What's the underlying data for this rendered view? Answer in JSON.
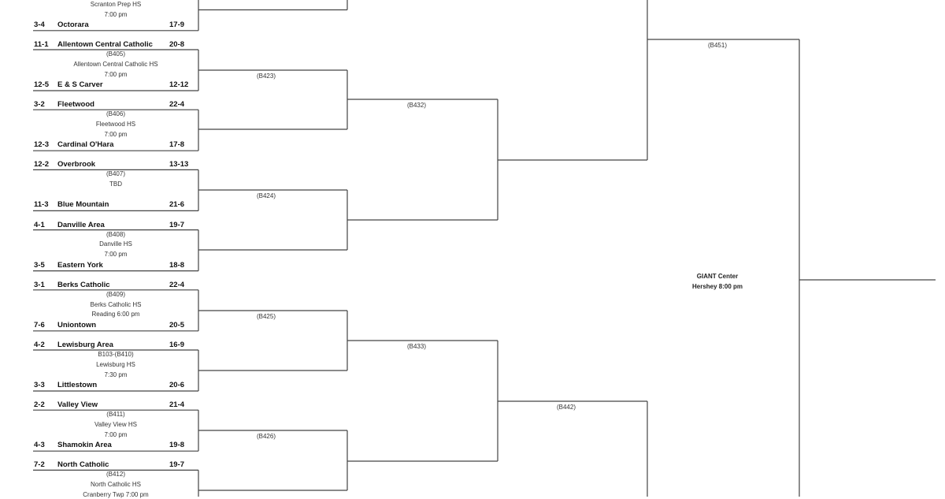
{
  "matches": [
    {
      "id": "",
      "info": [
        "Scranton Prep HS",
        "7:00 pm"
      ],
      "team1": null,
      "team2": {
        "seed": "3-4",
        "name": "Octorara",
        "record": "17-9"
      }
    },
    {
      "id": "B405",
      "info": [
        "(B405)",
        "Allentown Central Catholic HS",
        "7:00 pm"
      ],
      "team1": {
        "seed": "11-1",
        "name": "Allentown Central Catholic",
        "record": "20-8"
      },
      "team2": {
        "seed": "12-5",
        "name": "E & S Carver",
        "record": "12-12"
      }
    },
    {
      "id": "B406",
      "info": [
        "(B406)",
        "Fleetwood HS",
        "7:00 pm"
      ],
      "team1": {
        "seed": "3-2",
        "name": "Fleetwood",
        "record": "22-4"
      },
      "team2": {
        "seed": "12-3",
        "name": "Cardinal O'Hara",
        "record": "17-8"
      }
    },
    {
      "id": "B407",
      "info": [
        "(B407)",
        "TBD"
      ],
      "team1": {
        "seed": "12-2",
        "name": "Overbrook",
        "record": "13-13"
      },
      "team2": {
        "seed": "11-3",
        "name": "Blue Mountain",
        "record": "21-6"
      }
    },
    {
      "id": "B408",
      "info": [
        "(B408)",
        "Danville HS",
        "7:00 pm"
      ],
      "team1": {
        "seed": "4-1",
        "name": "Danville Area",
        "record": "19-7"
      },
      "team2": {
        "seed": "3-5",
        "name": "Eastern York",
        "record": "18-8"
      }
    },
    {
      "id": "B409",
      "info": [
        "(B409)",
        "Berks Catholic HS",
        "Reading 6:00 pm"
      ],
      "team1": {
        "seed": "3-1",
        "name": "Berks Catholic",
        "record": "22-4"
      },
      "team2": {
        "seed": "7-6",
        "name": "Uniontown",
        "record": "20-5"
      }
    },
    {
      "id": "B410",
      "info": [
        "B103-(B410)",
        "Lewisburg HS",
        "7:30 pm"
      ],
      "team1": {
        "seed": "4-2",
        "name": "Lewisburg Area",
        "record": "16-9"
      },
      "team2": {
        "seed": "3-3",
        "name": "Littlestown",
        "record": "20-6"
      }
    },
    {
      "id": "B411",
      "info": [
        "(B411)",
        "Valley View HS",
        "7:00 pm"
      ],
      "team1": {
        "seed": "2-2",
        "name": "Valley View",
        "record": "21-4"
      },
      "team2": {
        "seed": "4-3",
        "name": "Shamokin Area",
        "record": "19-8"
      }
    },
    {
      "id": "B412",
      "info": [
        "(B412)",
        "North Catholic HS",
        "Cranberry Twp 7:00 pm"
      ],
      "team1": {
        "seed": "7-2",
        "name": "North Catholic",
        "record": "19-7"
      },
      "team2": null
    }
  ],
  "round2": [
    "(B423)",
    "(B424)",
    "(B425)",
    "(B426)"
  ],
  "round3": [
    "(B432)",
    "(B433)"
  ],
  "semifinal": [
    "(B442)"
  ],
  "final": {
    "label": "(B451)",
    "venue": "GIANT Center",
    "location_time": "Hershey 8:00 pm"
  },
  "colors": {
    "line": "#444444",
    "text": "#111111"
  }
}
